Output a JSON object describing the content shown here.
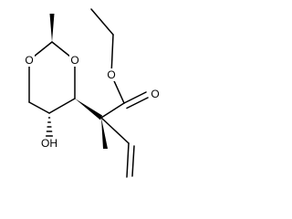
{
  "structure": {
    "atom_labels": {
      "ring_oxygen_upper_left": "O",
      "ring_oxygen_upper_right": "O",
      "ester_ether_oxygen": "O",
      "carbonyl_oxygen": "O",
      "hydroxyl": "OH"
    }
  }
}
